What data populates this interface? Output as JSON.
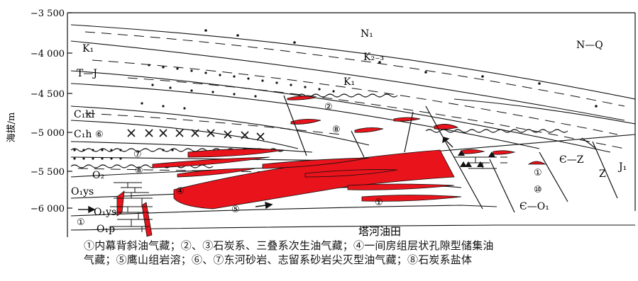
{
  "y_axis": {
    "label": "海拔/m",
    "ticks": [
      "−3 500",
      "−4 000",
      "−4 500",
      "−5 000",
      "−5 500",
      "−6 000"
    ]
  },
  "strata_labels": {
    "N1": "N₁",
    "NQ": "N—Q",
    "K1_left": "K₁",
    "K23": "K₂₋₃",
    "TJ": "T—J",
    "K1_mid": "K₁",
    "C1kl": "C₁kl",
    "C1h": "C₁h",
    "O2": "O₂",
    "O1ys_left": "O₁ys",
    "O1ys_lower": "O₁ys",
    "O1p": "O₁p",
    "CZ": "Є—Z",
    "Z": "Z",
    "J1": "J₁",
    "CO1": "Є—O₁"
  },
  "circled_numbers": {
    "n2": "②",
    "n8_top": "⑧",
    "n6": "⑥",
    "n7": "⑦",
    "n8_mid": "⑧",
    "n4": "④",
    "n5": "⑤",
    "n1_mid": "①",
    "n1_left": "①",
    "n1_right": "①",
    "n10": "⑩"
  },
  "field_name": "塔河油田",
  "caption": {
    "line1": "①内幕背斜油气藏；②、③石炭系、三叠系次生油气藏；④一间房组层状孔隙型储集油",
    "line2": "气藏；⑤鹰山组岩溶；⑥、⑦东河砂岩、志留系砂岩尖灭型油气藏；⑧石炭系盐体"
  },
  "colors": {
    "reservoir": "#e8131b",
    "line": "#111111",
    "background": "#ffffff"
  }
}
